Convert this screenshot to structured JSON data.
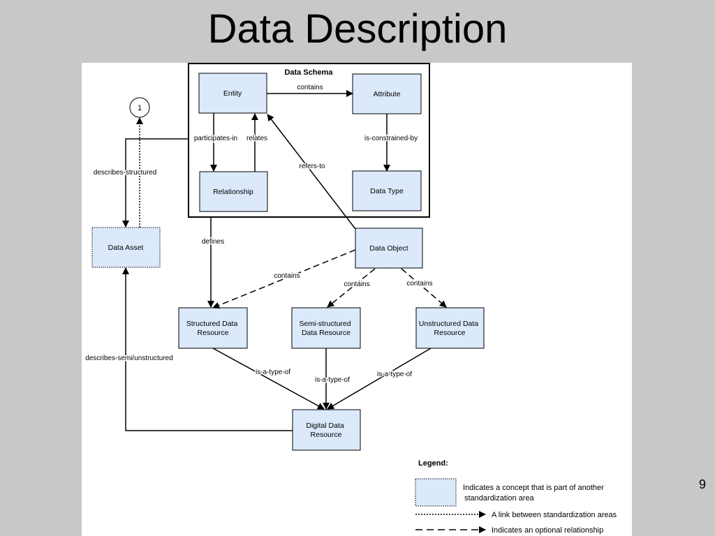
{
  "slide": {
    "title": "Data Description",
    "page_number": "9"
  },
  "diagram": {
    "schema_title": "Data Schema",
    "nodes": {
      "entity": [
        "Entity"
      ],
      "attribute": [
        "Attribute"
      ],
      "relationship": [
        "Relationship"
      ],
      "data_type": [
        "Data Type"
      ],
      "data_asset": [
        "Data Asset"
      ],
      "data_object": [
        "Data Object"
      ],
      "structured": [
        "Structured Data",
        "Resource"
      ],
      "semi": [
        "Semi-structured",
        "Data Resource"
      ],
      "unstructured": [
        "Unstructured Data",
        "Resource"
      ],
      "digital": [
        "Digital Data",
        "Resource"
      ]
    },
    "ref_marker": "1",
    "edge_labels": {
      "contains_attr": "contains",
      "participates_in": "participates-in",
      "relates": "relates",
      "is_constrained_by": "is-constrained-by",
      "refers_to": "refers-to",
      "describes_structured": "describes-structured",
      "defines": "defines",
      "contains_struct": "contains",
      "contains_semi": "contains",
      "contains_unstruct": "contains",
      "is_a_type_of_1": "is-a-type-of",
      "is_a_type_of_2": "is-a-type-of",
      "is_a_type_of_3": "is-a-type-of",
      "describes_semi": "describes-semi/unstructured"
    },
    "legend": {
      "title": "Legend:",
      "concept": [
        "Indicates a concept that is part of another",
        "standardization area"
      ],
      "link": "A link between standardization areas",
      "optional": "Indicates an optional relationship"
    },
    "colors": {
      "box_fill": "#dbe9fb",
      "stroke": "#000000",
      "slide_bg": "#c8c8c8",
      "canvas": "#ffffff"
    }
  }
}
